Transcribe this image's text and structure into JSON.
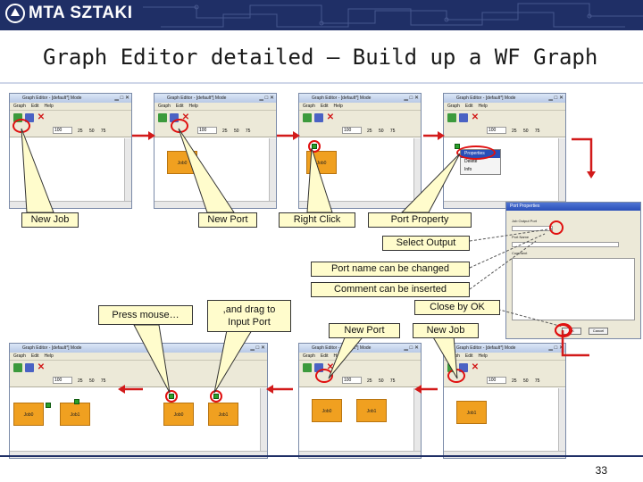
{
  "header": {
    "logo_text": "MTA SZTAKI"
  },
  "slide": {
    "title": "Graph Editor detailed – Build up a WF Graph",
    "page_number": "33"
  },
  "window": {
    "title": "Graph Editor - [default*] Mode",
    "menu": [
      "Graph",
      "Edit",
      "Help"
    ],
    "zoom_value": "100",
    "ruler_ticks": "25 50 75",
    "job0": "Job0",
    "job1": "Job1"
  },
  "context_menu": {
    "items": [
      "Properties",
      "Delete",
      "Info"
    ]
  },
  "callouts": {
    "new_job": "New Job",
    "new_port": "New Port",
    "right_click": "Right Click",
    "port_property": "Port Property",
    "select_output": "Select Output",
    "port_name": "Port name can be changed",
    "comment": "Comment can be inserted",
    "close_ok": "Close by OK",
    "press_mouse": "Press mouse…",
    "drag_to": ",and drag to Input Port",
    "new_port_2": "New Port",
    "new_job_2": "New Job"
  },
  "dialog": {
    "title": "Port Properties",
    "label1": "Job Output Port",
    "label2": "Port Name",
    "label3": "Comment",
    "ok": "OK",
    "cancel": "Cancel"
  },
  "colors": {
    "brand_navy": "#1f2f66",
    "callout_fill": "#fffccc",
    "highlight_red": "#e01010",
    "job_orange": "#f0a020"
  }
}
